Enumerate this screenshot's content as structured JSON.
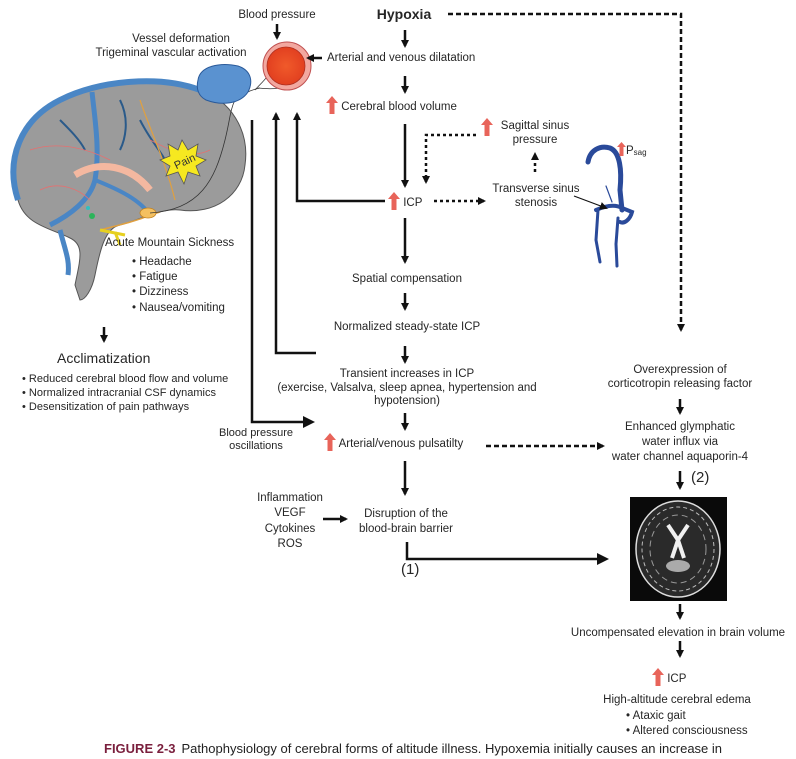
{
  "diagram": {
    "nodes": {
      "hypoxia": "Hypoxia",
      "blood_pressure": "Blood pressure",
      "vessel_deformation": "Vessel deformation",
      "trigeminal": "Trigeminal vascular activation",
      "dilatation": "Arterial and venous dilatation",
      "cbv": "Cerebral blood volume",
      "sagittal_line1": "Sagittal sinus",
      "sagittal_line2": "pressure",
      "icp": "ICP",
      "transverse_line1": "Transverse sinus",
      "transverse_line2": "stenosis",
      "psag_p": "P",
      "psag_sub": "sag",
      "spatial": "Spatial compensation",
      "normalized": "Normalized steady-state ICP",
      "transient_line1": "Transient increases in ICP",
      "transient_line2": "(exercise, Valsalva, sleep apnea, hypertension and",
      "transient_line3": "hypotension)",
      "bp_osc_line1": "Blood pressure",
      "bp_osc_line2": "oscillations",
      "pulsatility": "Arterial/venous pulsatilty",
      "inflammation": [
        "Inflammation",
        "VEGF",
        "Cytokines",
        "ROS"
      ],
      "bbb_line1": "Disruption of the",
      "bbb_line2": "blood-brain barrier",
      "label_1": "(1)",
      "label_2": "(2)",
      "crf_line1": "Overexpression of",
      "crf_line2": "corticotropin releasing factor",
      "glymph_line1": "Enhanced glymphatic",
      "glymph_line2": "water influx via",
      "glymph_line3": "water channel aquaporin-4",
      "uncompensated": "Uncompensated elevation in brain volume",
      "icp_final": "ICP",
      "hace": "High-altitude cerebral edema",
      "hace_symptoms": [
        "• Ataxic gait",
        "• Altered consciousness"
      ],
      "ams_title": "Acute Mountain Sickness",
      "ams_symptoms": [
        "• Headache",
        "• Fatigue",
        "• Dizziness",
        "• Nausea/vomiting"
      ],
      "pain": "Pain",
      "acclimatization": "Acclimatization",
      "acclim_items": [
        "• Reduced cerebral blood flow and volume",
        "• Normalized intracranial CSF dynamics",
        "• Desensitization of pain pathways"
      ]
    },
    "icons": {
      "increase": "red-up-arrow-icon",
      "brain": "brain-illustration",
      "vessel": "vessel-cross-section",
      "sinus": "venous-sinus-illustration",
      "mri": "brain-mri-image"
    },
    "colors": {
      "increase_arrow": "#e8645a",
      "vessel_red": "#e94a2a",
      "vessel_blue": "#4a86c5",
      "sinus_blue": "#2a4a9a",
      "caption_label": "#7a1f3d"
    }
  },
  "caption": {
    "label": "FIGURE 2-3",
    "text": "Pathophysiology of cerebral forms of altitude illness. Hypoxemia initially causes an increase in"
  }
}
